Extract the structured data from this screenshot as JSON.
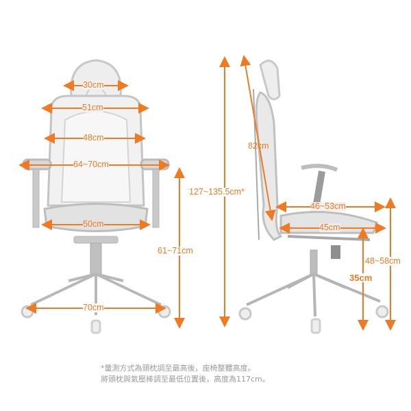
{
  "colors": {
    "accent": "#f07a22",
    "chair": "#bdbdbd",
    "note_text": "#9a9a9a",
    "background": "#ffffff"
  },
  "front_view": {
    "headrest_width": "30cm",
    "back_top_width": "51cm",
    "back_width": "48cm",
    "armrest_span": "64~70cm",
    "seat_width": "50cm",
    "base_width": "70cm",
    "armrest_height": "61~71cm"
  },
  "side_view": {
    "total_height": "127~135.5cm*",
    "back_height": "82cm",
    "seat_depth_adjust": "46~53cm",
    "seat_depth": "45cm",
    "seat_height": "48~58cm",
    "cylinder": "35cm"
  },
  "notes": {
    "line1": "*量測方式為頭枕調至最高後，座椅整體高度。",
    "line2": "將頭枕與氣壓棒調至最低位置後，高度為117cm。"
  }
}
